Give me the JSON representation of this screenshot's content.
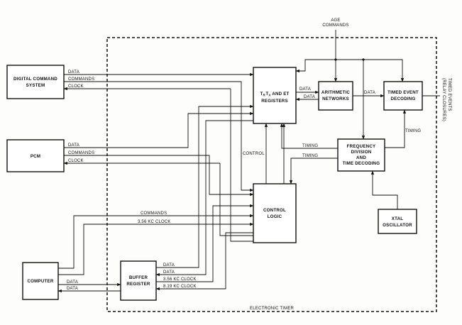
{
  "diagram": {
    "title": "ELECTRONIC TIMER",
    "blocks": {
      "dcs": [
        "DIGITAL COMMAND",
        "SYSTEM"
      ],
      "pcm": [
        "PCM"
      ],
      "computer": [
        "COMPUTER"
      ],
      "buffer": [
        "BUFFER",
        "REGISTER"
      ],
      "registers": [
        "T",
        "R",
        "T",
        "X",
        " AND ET",
        "REGISTERS"
      ],
      "control_logic": [
        "CONTROL",
        "LOGIC"
      ],
      "arithmetic": [
        "ARITHMETIC",
        "NETWORKS"
      ],
      "timed_event": [
        "TIMED EVENT",
        "DECODING"
      ],
      "freq_div": [
        "FREQUENCY",
        "DIVISION",
        "AND",
        "TIME DECODING"
      ],
      "xtal": [
        "XTAL",
        "OSCILLATOR"
      ]
    },
    "external": {
      "age_commands": [
        "AGE",
        "COMMANDS"
      ],
      "timed_events": [
        "TIMED EVENTS",
        "(RELAY CLOSURES)"
      ]
    },
    "signals": {
      "dcs_data": "DATA",
      "dcs_commands": "COMMANDS",
      "dcs_clock": "CLOCK",
      "pcm_data": "DATA",
      "pcm_commands": "COMMANDS",
      "pcm_clock": "CLOCK",
      "comp_commands": "COMMANDS",
      "comp_clock": "3.56 KC CLOCK",
      "comp_buf_data1": "DATA",
      "comp_buf_data2": "DATA",
      "buf_data1": "DATA",
      "buf_data2": "DATA",
      "buf_clock1": "3.56 KC CLOCK",
      "buf_clock2": "8.19 KC CLOCK",
      "reg_arith_data1": "DATA",
      "reg_arith_data2": "DATA",
      "arith_ted_data": "DATA",
      "control": "CONTROL",
      "timing1": "TIMING",
      "timing2": "TIMING",
      "timing3": "TIMING"
    }
  }
}
